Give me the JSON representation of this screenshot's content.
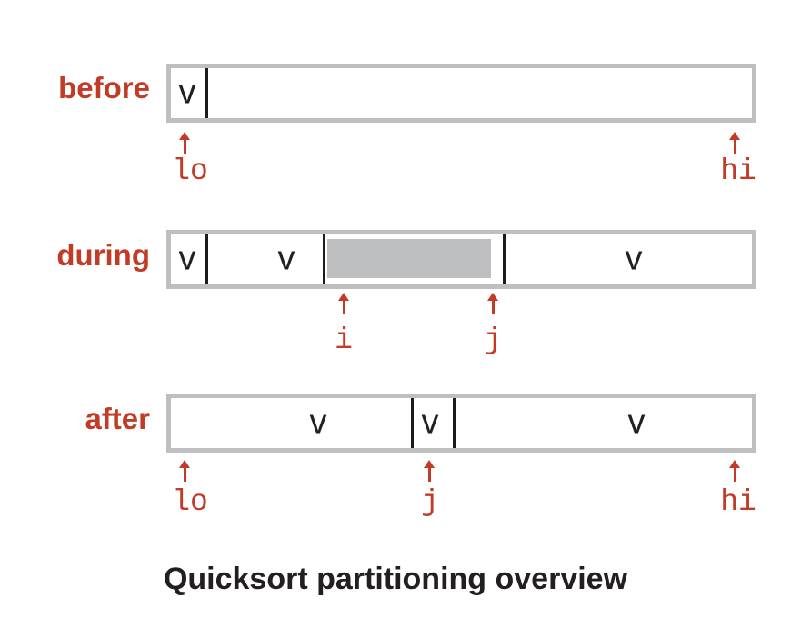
{
  "title": "Quicksort partitioning overview",
  "colors": {
    "accent_red": "#c23b26",
    "frame_gray": "#bdbfc1",
    "ink_black": "#231f20"
  },
  "rows": {
    "before": {
      "label": "before",
      "pivot": "v",
      "pointers": {
        "lo": "lo",
        "hi": "hi"
      }
    },
    "during": {
      "label": "during",
      "pivot": "v",
      "less_than_region": "v",
      "greater_than_region": "v",
      "pointers": {
        "i": "i",
        "j": "j"
      }
    },
    "after": {
      "label": "after",
      "less_than_region": "v",
      "pivot": "v",
      "greater_than_region": "v",
      "pointers": {
        "lo": "lo",
        "j": "j",
        "hi": "hi"
      }
    }
  }
}
